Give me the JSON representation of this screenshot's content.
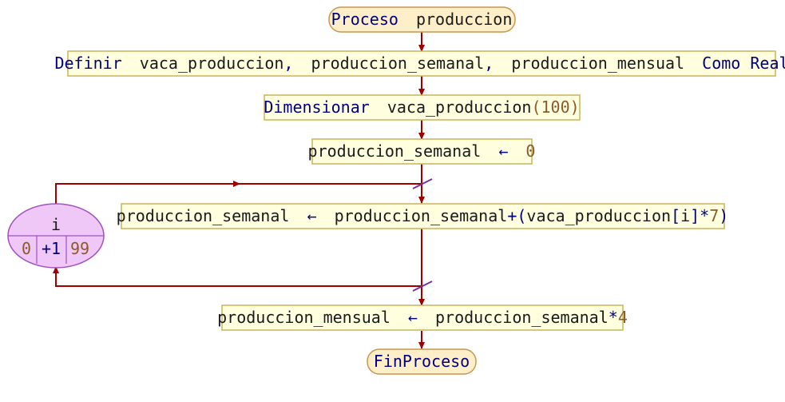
{
  "colors": {
    "box_fill": "#ffffe0",
    "box_stroke": "#c8b45a",
    "terminal_fill": "#ffefc8",
    "terminal_stroke": "#c89650",
    "arrow": "#a00000",
    "loop_fill": "#f0c8f8",
    "loop_stroke": "#a050c0",
    "keyword": "#00007f",
    "number": "#8b5a2b"
  },
  "start": {
    "kw": "Proceso",
    "name": "produccion"
  },
  "define": {
    "kw": "Definir",
    "vars": "vaca_produccion",
    "sep1": ",",
    "var2": "produccion_semanal",
    "sep2": ",",
    "var3": "produccion_mensual",
    "type": "Como Real"
  },
  "dimension": {
    "kw": "Dimensionar",
    "name": "vaca_produccion",
    "open": "(",
    "size": "100",
    "close": ")"
  },
  "assign1": {
    "target": "produccion_semanal",
    "arrow": "←",
    "value": "0"
  },
  "loop": {
    "var": "i",
    "start": "0",
    "step": "+1",
    "end": "99"
  },
  "loop_body": {
    "target": "produccion_semanal",
    "arrow": "←",
    "expr_a": "produccion_semanal",
    "plus": "+(",
    "expr_b": "vaca_produccion",
    "lb": "[",
    "idx": "i",
    "rb": "]",
    "times": "*",
    "factor": "7",
    "close": ")"
  },
  "assign2": {
    "target": "produccion_mensual",
    "arrow": "←",
    "expr": "produccion_semanal",
    "times": "*",
    "factor": "4"
  },
  "end": {
    "label": "FinProceso"
  }
}
